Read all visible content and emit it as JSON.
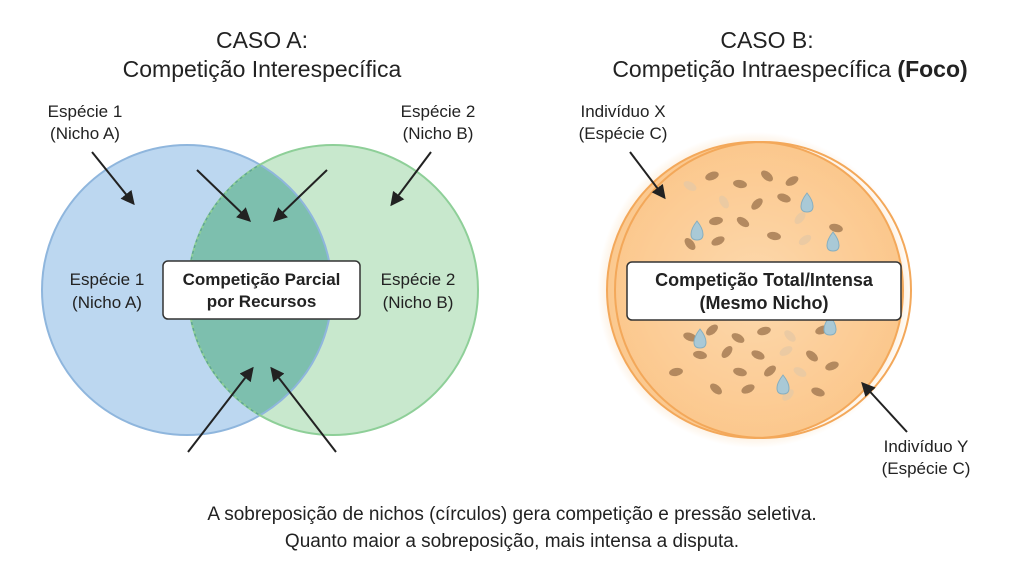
{
  "case_a": {
    "title_line1": "CASO A:",
    "title_line2": "Competição Interespecífica",
    "callout_left": {
      "line1": "Espécie 1",
      "line2": "(Nicho A)"
    },
    "callout_right": {
      "line1": "Espécie 2",
      "line2": "(Nicho B)"
    },
    "inner_left": {
      "line1": "Espécie 1",
      "line2": "(Nicho A)"
    },
    "inner_right": {
      "line1": "Espécie 2",
      "line2": "(Nicho B)"
    },
    "overlap_box": {
      "line1": "Competição Parcial",
      "line2": "por Recursos"
    }
  },
  "case_b": {
    "title_line1": "CASO B:",
    "title_line2_main": "Competição Intraespecífica ",
    "title_line2_bold": "(Foco)",
    "callout_top": {
      "line1": "Indivíduo X",
      "line2": "(Espécie C)"
    },
    "callout_bottom": {
      "line1": "Indivíduo Y",
      "line2": "(Espécie C)"
    },
    "overlap_box": {
      "line1": "Competição Total/Intensa",
      "line2": "(Mesmo Nicho)"
    }
  },
  "caption": {
    "line1": "A sobreposição de nichos (círculos) gera competição e pressão seletiva.",
    "line2": "Quanto maior a sobreposição, mais intensa a disputa."
  },
  "colors": {
    "species1_fill": "#bcd7f0",
    "species1_stroke": "#8fb6dd",
    "species2_fill": "#c8e8cd",
    "species2_stroke": "#8ecf98",
    "overlap_fill": "#7dbfae",
    "caseb_fill": "#fbc98f",
    "caseb_stroke": "#f3a85a",
    "seed": "#a67c55",
    "drop": "#a9c9d6"
  }
}
